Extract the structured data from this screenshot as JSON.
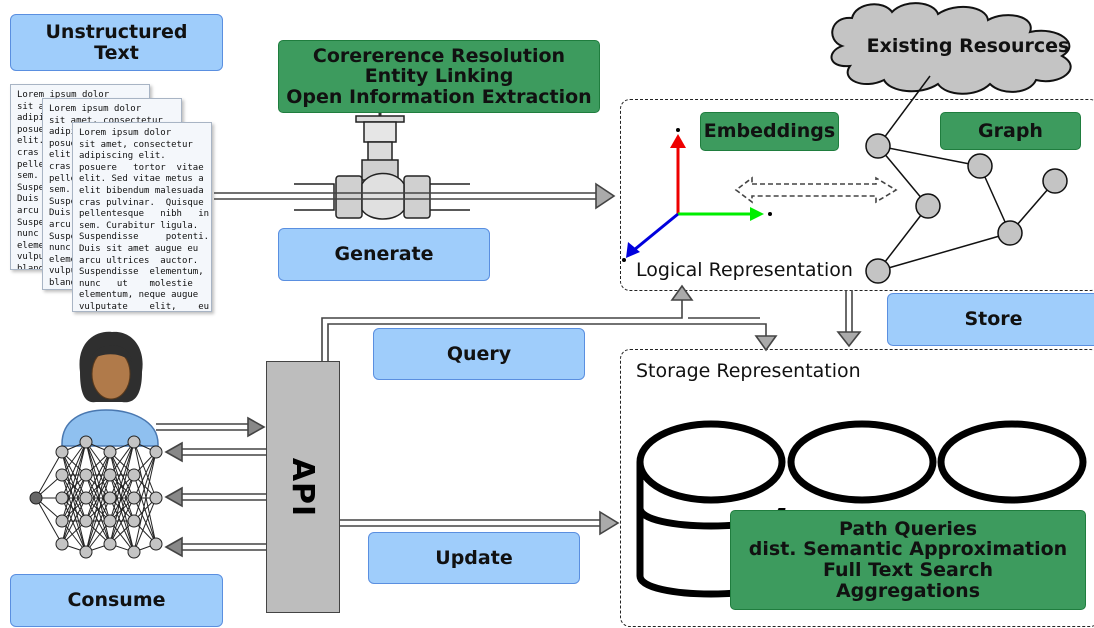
{
  "labels": {
    "unstructured_text": "Unstructured\nText",
    "pipeline_tasks": [
      "Corererence Resolution",
      "Entity Linking",
      "Open Information Extraction"
    ],
    "generate": "Generate",
    "existing_resources": "Existing Resources",
    "embeddings": "Embeddings",
    "graph": "Graph",
    "logical_representation": "Logical Representation",
    "store": "Store",
    "query": "Query",
    "storage_representation": "Storage Representation",
    "api": "API",
    "update": "Update",
    "consume": "Consume",
    "storage_features": [
      "Path Queries",
      "dist. Semantic Approximation",
      "Full Text Search",
      "Aggregations"
    ]
  },
  "documents": [
    "Lorem ipsum dolor\nsit amet, consectetur\nadipiscing elit.\nposuere tortor\nelit. Sed vitae\ncras pulvinar.\npellentesque\nsem. Curabitur\nSuspendisse\nDuis sit amet\narcu ultrices\nSuspendisse\nnunc ut\nelementum,\nvulputate\nblandit\nvitae nulla.",
    "Lorem ipsum dolor\nsit amet, consectetur\nadipiscing elit.\nposuere tortor\nelit. Sed vitae\ncras pulvinar.\npellentesque\nsem. Curabitur\nSuspendisse\nDuis sit amet\narcu ultrices\nSuspendisse\nnunc ut\nelementum,\nvulputate\nblandit\nvitae nulla.",
    "Lorem ipsum dolor\nsit amet, consectetur\nadipiscing elit.\nposuere   tortor  vitae\nelit. Sed vitae metus a\nelit bibendum malesuada\ncras pulvinar.  Quisque\npellentesque   nibh   in\nsem. Curabitur ligula.\nSuspendisse     potenti.\nDuis sit amet augue eu\narcu ultrices  auctor.\nSuspendisse  elementum,\nnunc   ut    molestie\nelementum, neque augue\nvulputate    elit,    eu\nblandit    enim   velit\nvitae nulla. Duis sed."
  ],
  "colors": {
    "blue_fill": "#9fcdfb",
    "green_fill": "#3d9b5e",
    "cloud_fill": "#c4c4c4",
    "node_fill": "#c4c4c4",
    "api_fill": "#bdbdbd",
    "axis_x": "#00ee00",
    "axis_y": "#ee0000",
    "axis_z": "#0000dd"
  }
}
